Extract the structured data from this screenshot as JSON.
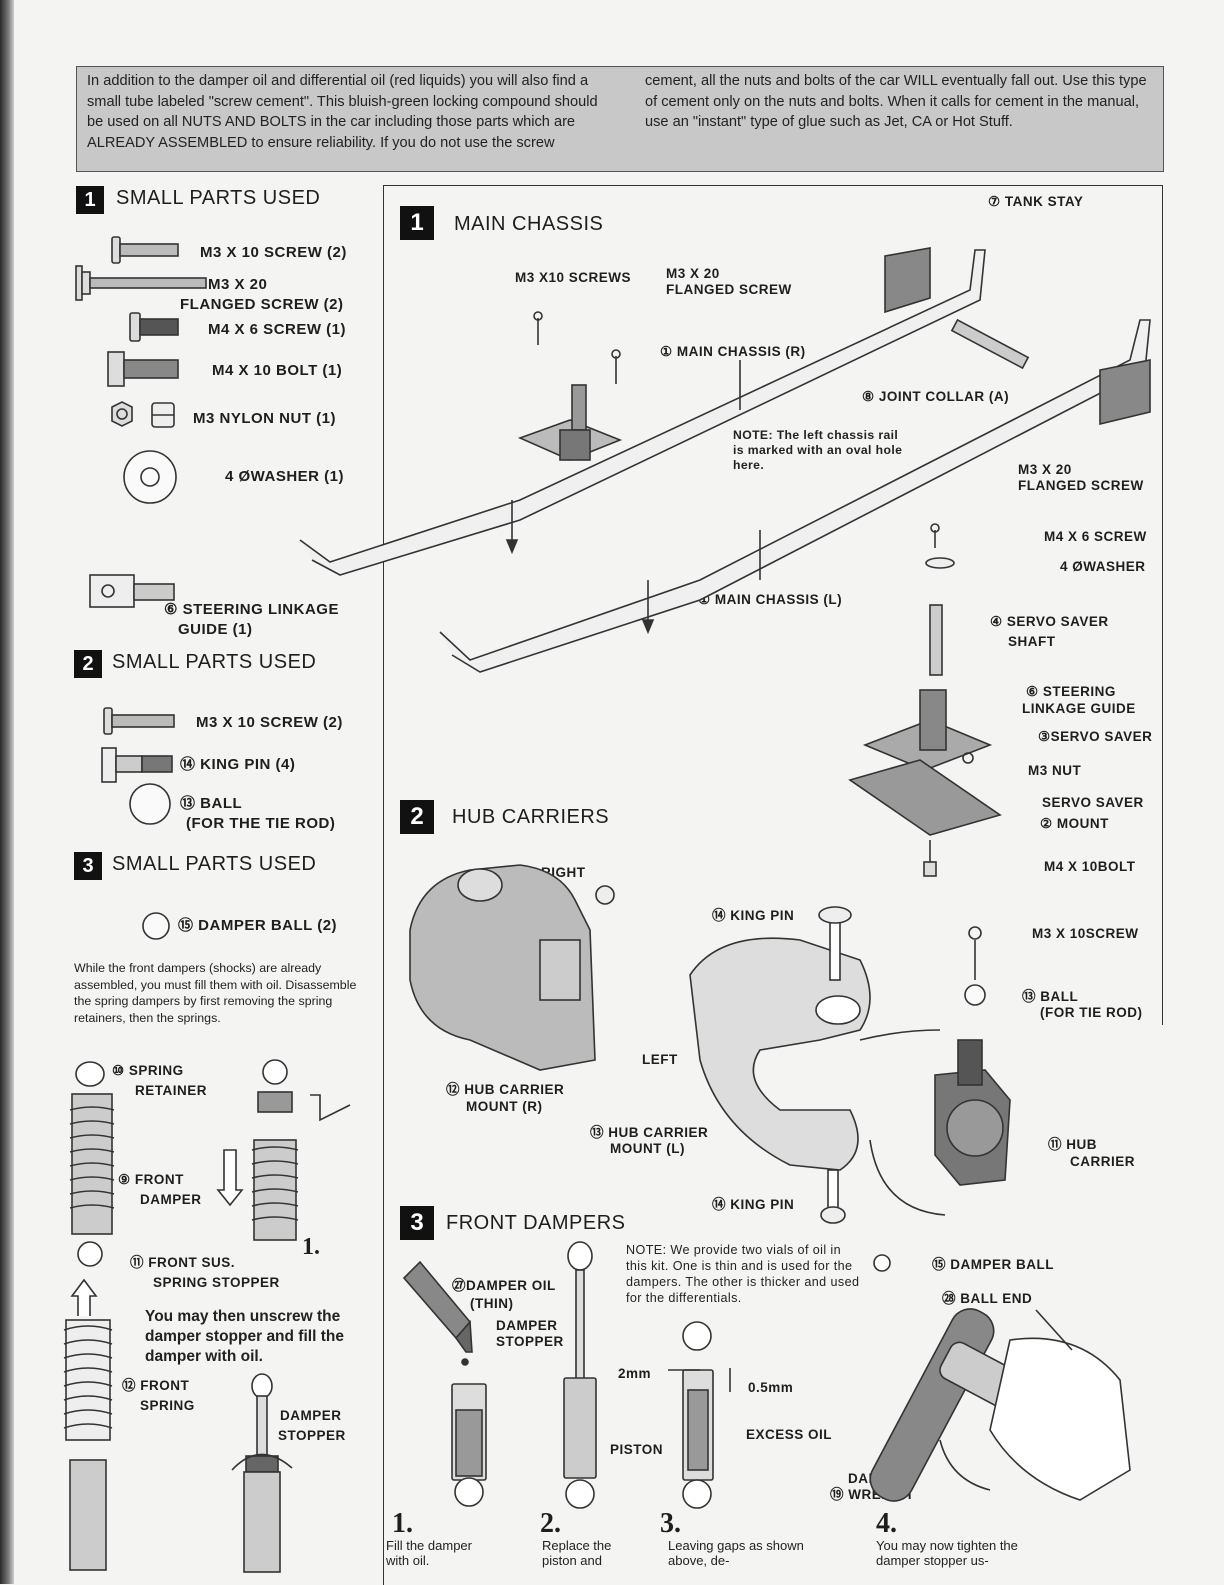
{
  "notice": {
    "left": "In addition to the damper oil and differential oil (red liquids) you will also find a small tube labeled \"screw cement\". This bluish-green locking compound should be used on all NUTS AND BOLTS in the car including those parts which are ALREADY ASSEMBLED to ensure reliability. If you do not use the screw",
    "right": "cement, all the nuts and bolts of the car WILL eventually fall out. Use this type of cement only on the nuts and bolts. When it calls for cement in the manual, use an \"instant\" type of glue such as Jet, CA or Hot Stuff."
  },
  "parts1": {
    "badge": "1",
    "title": "SMALL PARTS USED",
    "items": [
      "M3 X 10 SCREW (2)",
      "M3 X 20",
      "FLANGED SCREW (2)",
      "M4 X 6 SCREW (1)",
      "M4 X 10 BOLT (1)",
      "M3 NYLON NUT (1)",
      "4 ØWASHER (1)"
    ],
    "linkage": "⑥ STEERING LINKAGE",
    "linkage2": "GUIDE (1)"
  },
  "parts2": {
    "badge": "2",
    "title": "SMALL PARTS USED",
    "items": [
      "M3 X 10 SCREW (2)",
      "⑭ KING PIN (4)",
      "⑬ BALL",
      "(FOR THE TIE ROD)"
    ]
  },
  "parts3": {
    "badge": "3",
    "title": "SMALL PARTS USED",
    "item": "⑮ DAMPER BALL (2)",
    "para": "While the front dampers (shocks) are already assembled, you must fill them with oil. Disassemble the spring dampers by first removing the spring retainers, then the springs.",
    "retainer": "⑩ SPRING",
    "retainer2": "RETAINER",
    "damper": "⑨ FRONT",
    "damper2": "DAMPER",
    "stopper": "⑪ FRONT SUS.",
    "stopper2": "SPRING STOPPER",
    "step1": "1.",
    "para2": "You may then unscrew the damper stopper and fill the damper with oil.",
    "spring": "⑫ FRONT",
    "spring2": "SPRING",
    "dstopper": "DAMPER",
    "dstopper2": "STOPPER"
  },
  "main": {
    "badge": "1",
    "title": "MAIN CHASSIS",
    "tank_stay": "⑦ TANK STAY",
    "m3x10": "M3 X10 SCREWS",
    "m3x20a": "M3 X 20",
    "m3x20b": "FLANGED SCREW",
    "chassis_r": "① MAIN CHASSIS (R)",
    "joint": "⑧ JOINT COLLAR (A)",
    "note": "NOTE: The left chassis rail is marked with an oval hole here.",
    "m3x20c": "M3 X 20",
    "m3x20d": "FLANGED SCREW",
    "m4x6": "M4 X 6 SCREW",
    "washer": "4 ØWASHER",
    "servo_shaft": "④ SERVO SAVER",
    "servo_shaft2": "SHAFT",
    "chassis_l": "① MAIN CHASSIS (L)",
    "steering": "⑥ STEERING",
    "steering2": "LINKAGE GUIDE",
    "servo_saver": "③SERVO SAVER",
    "m3nut": "M3 NUT",
    "mount": "SERVO SAVER",
    "mount2": "② MOUNT",
    "m4x10": "M4 X 10BOLT"
  },
  "hub": {
    "badge": "2",
    "title": "HUB CARRIERS",
    "right": "RIGHT",
    "king_pin": "⑭ KING PIN",
    "m3x10": "M3 X 10SCREW",
    "ball": "⑬ BALL",
    "ball2": "(FOR TIE ROD)",
    "left": "LEFT",
    "mount_r": "⑫ HUB CARRIER",
    "mount_r2": "MOUNT (R)",
    "mount_l": "⑬ HUB CARRIER",
    "mount_l2": "MOUNT (L)",
    "hub_carrier": "⑪ HUB",
    "hub_carrier2": "CARRIER",
    "king_pin2": "⑭ KING PIN"
  },
  "dampers": {
    "badge": "3",
    "title": "FRONT DAMPERS",
    "note": "NOTE: We provide two vials of oil in this kit. One is thin and is used for the dampers. The other is thicker and used for the differentials.",
    "oil": "㉗DAMPER OIL",
    "oil2": "(THIN)",
    "stopper": "DAMPER",
    "stopper2": "STOPPER",
    "gap1": "2mm",
    "gap2": "0.5mm",
    "excess": "EXCESS OIL",
    "piston": "PISTON",
    "ball": "⑮ DAMPER BALL",
    "ball_end": "㉘ BALL END",
    "wrench": "DAMPER",
    "wrench2": "⑲ WRENCH",
    "steps": [
      {
        "n": "1.",
        "t": "Fill the damper with oil."
      },
      {
        "n": "2.",
        "t": "Replace the piston and"
      },
      {
        "n": "3.",
        "t": "Leaving gaps as shown above, de-"
      },
      {
        "n": "4.",
        "t": "You may now tighten the damper stopper us-"
      }
    ]
  }
}
